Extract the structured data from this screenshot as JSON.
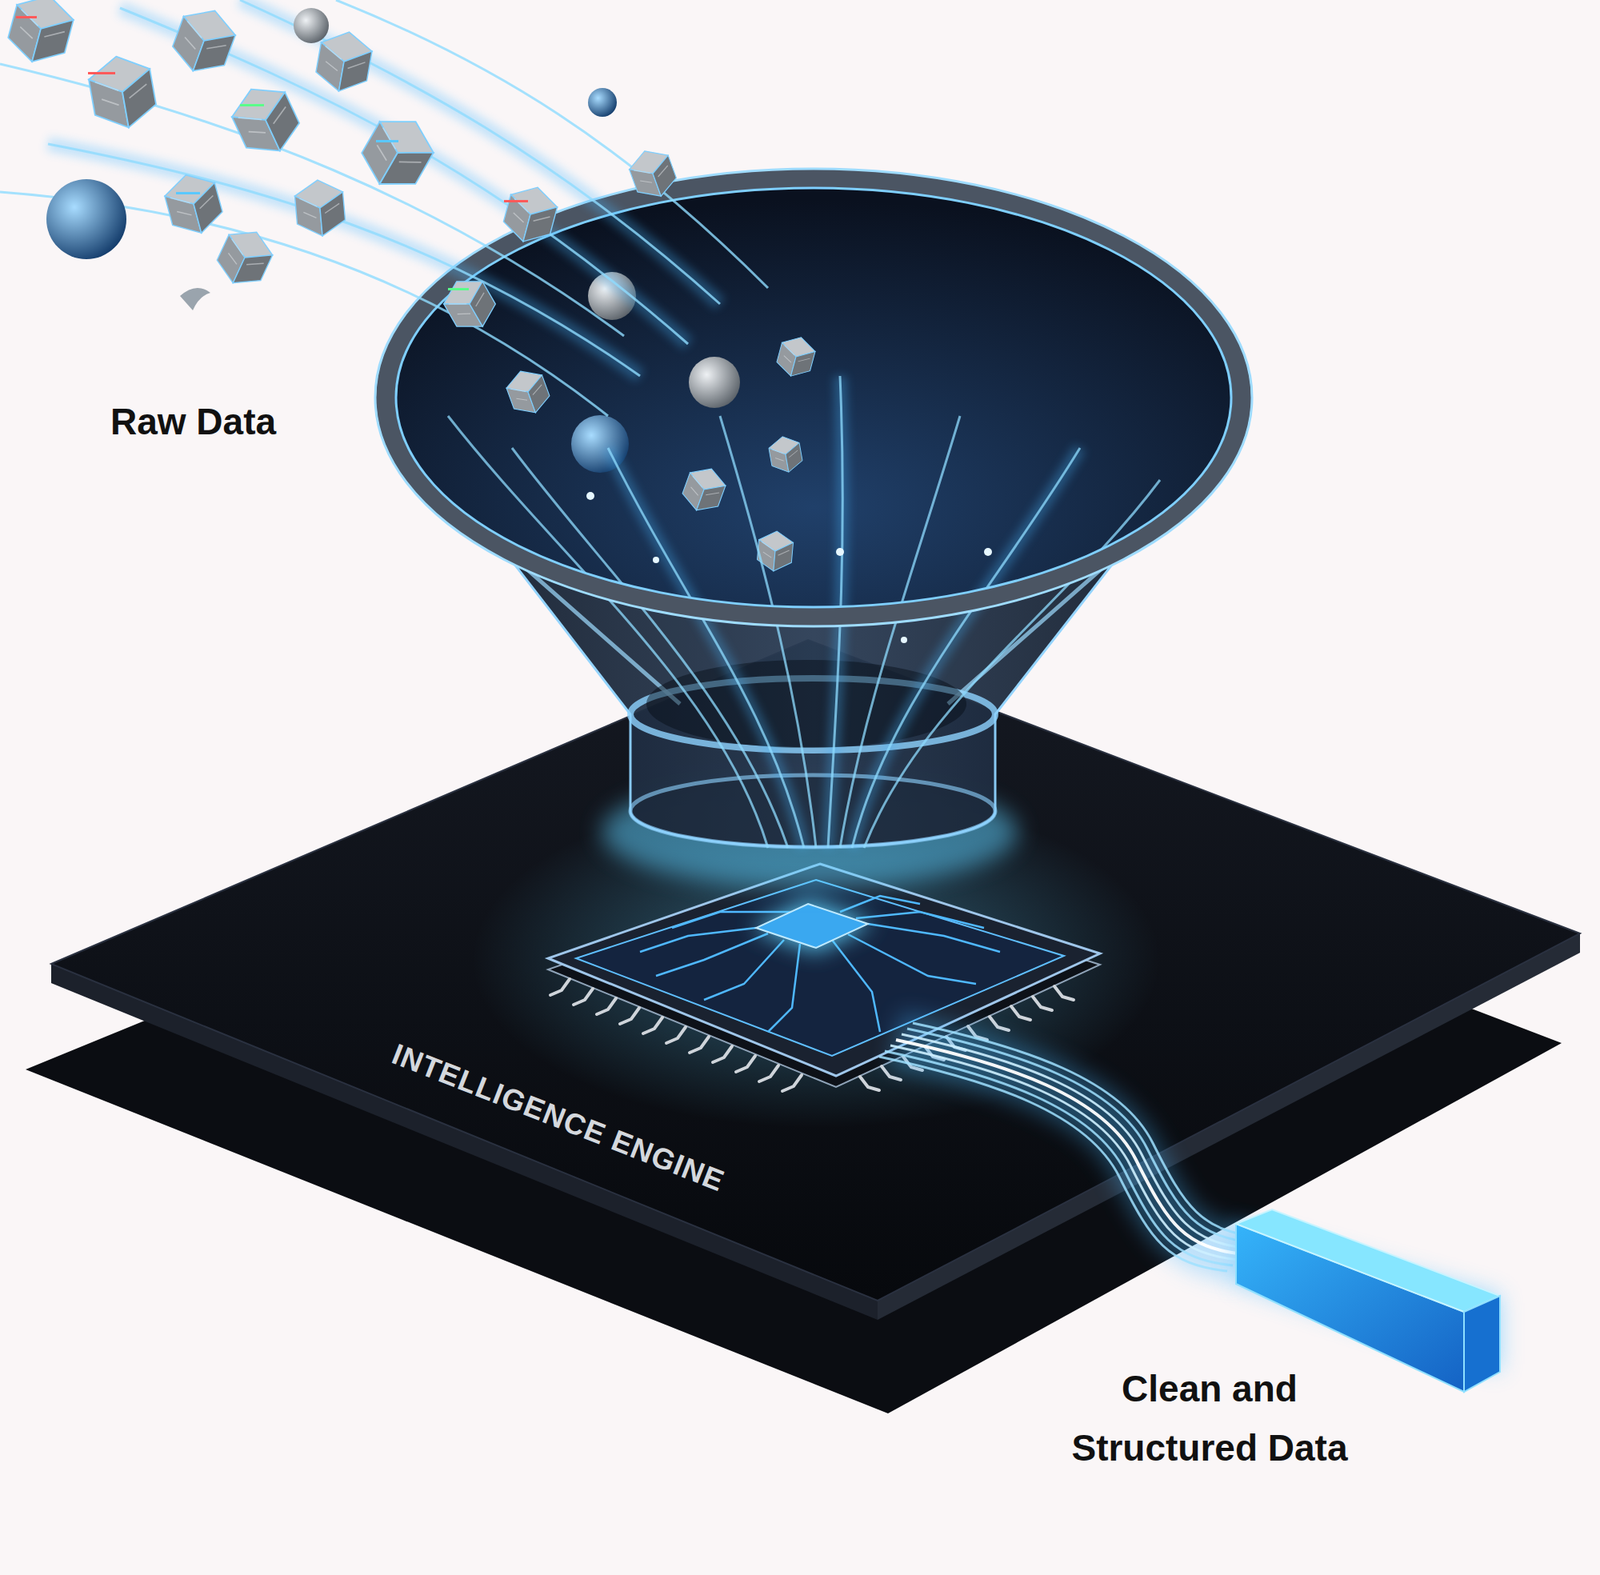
{
  "diagram": {
    "labels": [
      "Raw Data",
      "INTELLIGENCE ENGINE",
      "Clean and Structured Data"
    ]
  }
}
